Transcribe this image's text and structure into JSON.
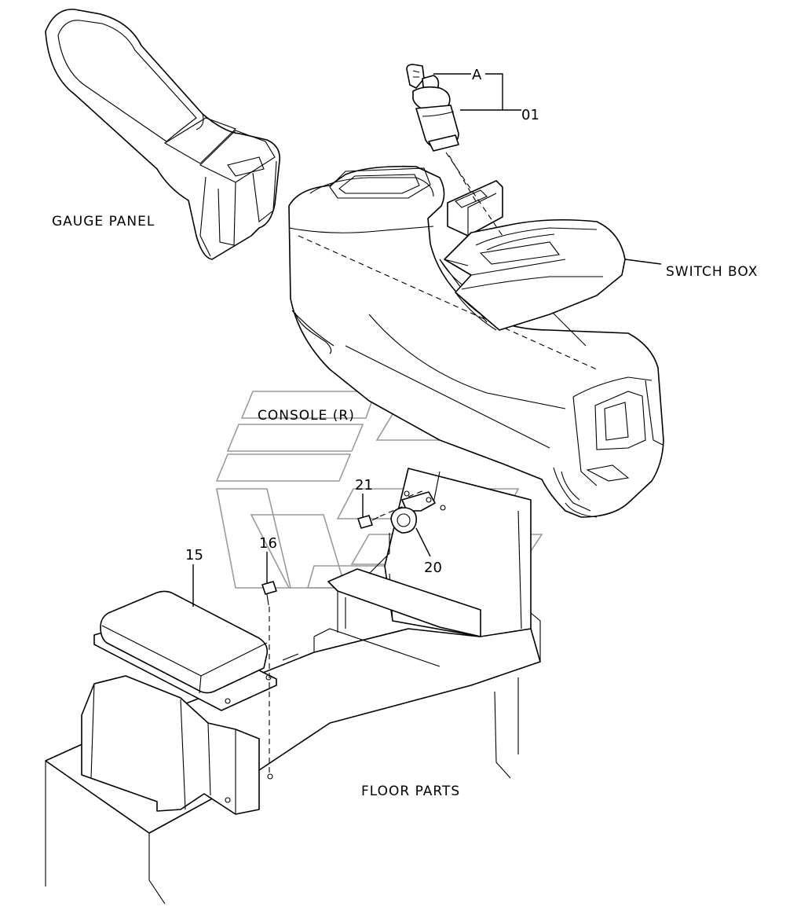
{
  "labels": {
    "gauge_panel": "GAUGE PANEL",
    "switch_box": "SWITCH BOX",
    "console_r": "CONSOLE (R)",
    "floor_parts": "FLOOR PARTS",
    "ref_a": "A"
  },
  "part_numbers": {
    "p01": "01",
    "p15": "15",
    "p16": "16",
    "p20": "20",
    "p21": "21"
  },
  "colors": {
    "line": "#000000",
    "background": "#ffffff",
    "watermark": "#9a9a9a"
  }
}
